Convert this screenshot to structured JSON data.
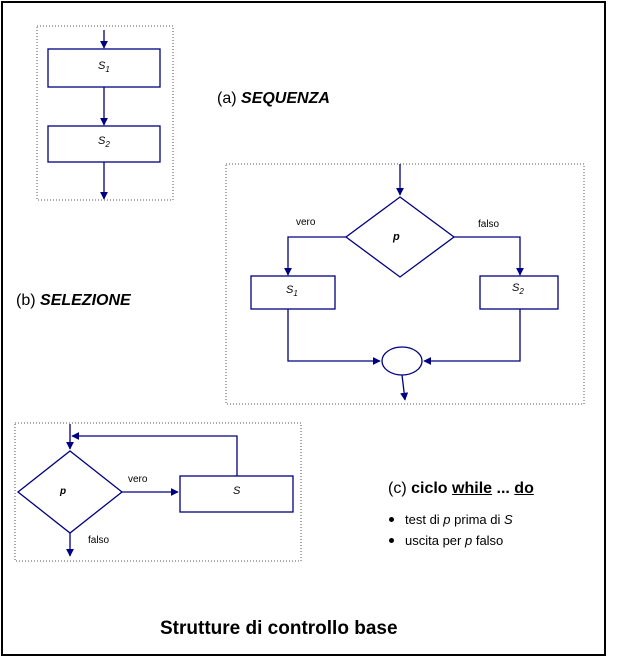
{
  "title": "Strutture di controllo base",
  "sections": {
    "sequence": {
      "letter": "(a)",
      "name": "SEQUENZA",
      "s1": "S",
      "s1_sub": "1",
      "s2": "S",
      "s2_sub": "2"
    },
    "selection": {
      "letter": "(b)",
      "name": "SELEZIONE",
      "condition": "p",
      "true_label": "vero",
      "false_label": "falso",
      "s1": "S",
      "s1_sub": "1",
      "s2": "S",
      "s2_sub": "2"
    },
    "loop": {
      "letter": "(c)",
      "name_prefix": "ciclo",
      "keyword_while": "while",
      "dots": "...",
      "keyword_do": "do",
      "condition": "p",
      "true_label": "vero",
      "false_label": "falso",
      "body": "S",
      "bullets": [
        {
          "pre": "test di ",
          "var": "p",
          "mid": " prima di ",
          "var2": "S"
        },
        {
          "pre": "uscita per ",
          "var": "p",
          "mid": " falso",
          "var2": ""
        }
      ]
    }
  },
  "colors": {
    "flow": "#000080",
    "border": "#000000",
    "frame": "#000000"
  }
}
